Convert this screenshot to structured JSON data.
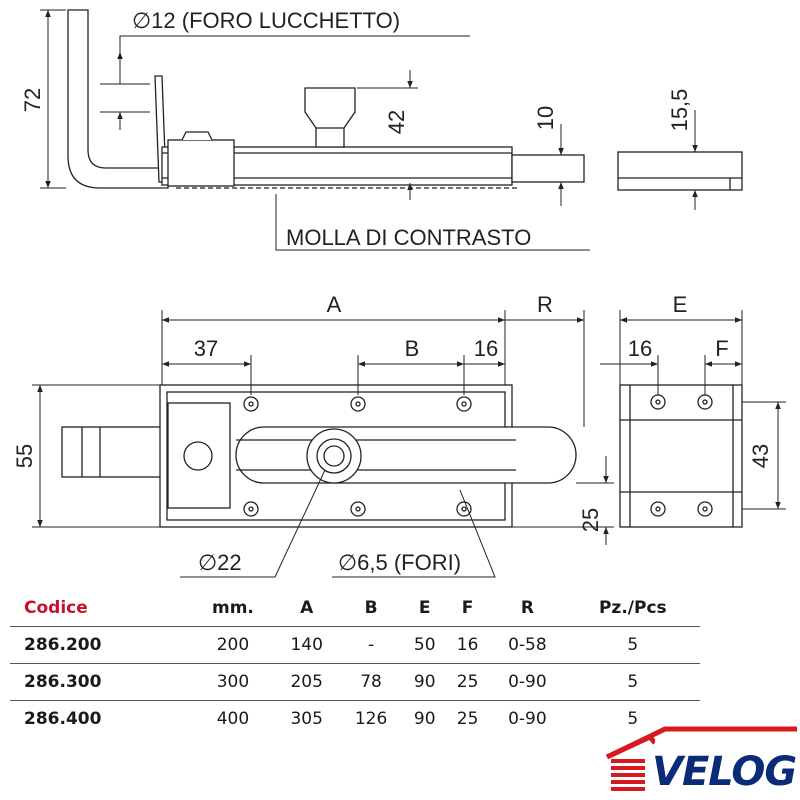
{
  "labels": {
    "foro_lucchetto": "∅12 (FORO LUCCHETTO)",
    "molla": "MOLLA DI CONTRASTO",
    "dia22": "∅22",
    "fori": "∅6,5 (FORI)"
  },
  "dimensions": {
    "d72": "72",
    "d42": "42",
    "d10": "10",
    "d155": "15,5",
    "A": "A",
    "R": "R",
    "E": "E",
    "d37": "37",
    "B": "B",
    "d16a": "16",
    "d16b": "16",
    "F": "F",
    "d55": "55",
    "d43": "43",
    "d25": "25"
  },
  "table": {
    "headers": [
      "Codice",
      "mm.",
      "A",
      "B",
      "E",
      "F",
      "R",
      "Pz./Pcs"
    ],
    "rows": [
      [
        "286.200",
        "200",
        "140",
        "-",
        "50",
        "16",
        "0-58",
        "5"
      ],
      [
        "286.300",
        "300",
        "205",
        "78",
        "90",
        "25",
        "0-90",
        "5"
      ],
      [
        "286.400",
        "400",
        "305",
        "126",
        "90",
        "25",
        "0-90",
        "5"
      ]
    ]
  },
  "brand": {
    "name": "VELOG",
    "roof_color": "#d71920",
    "text_color": "#0a2a7a"
  }
}
